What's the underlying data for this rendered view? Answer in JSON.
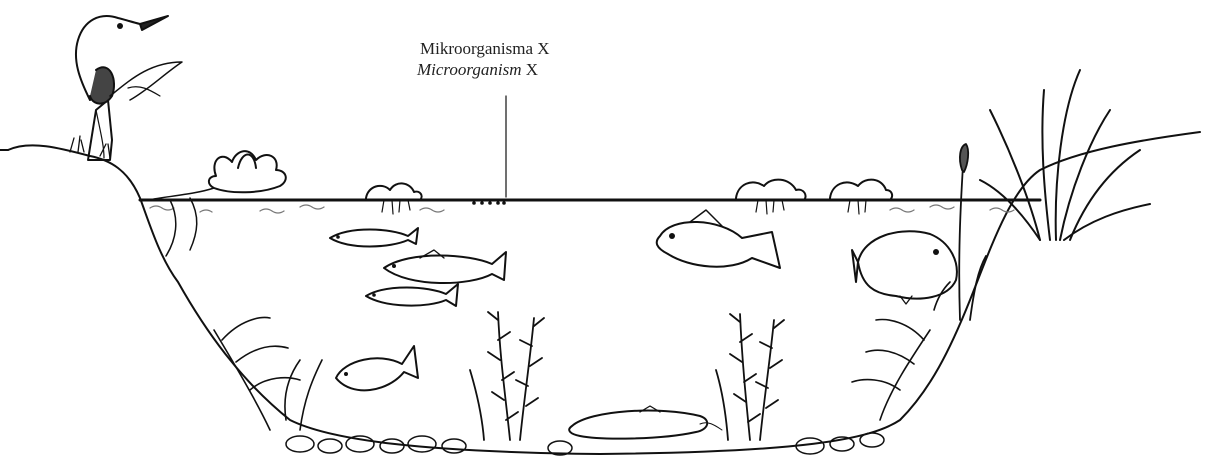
{
  "diagram": {
    "labels": {
      "line1": "Mikroorganisma X",
      "line2_italic": "Microorganism",
      "line2_suffix": " X"
    }
  }
}
